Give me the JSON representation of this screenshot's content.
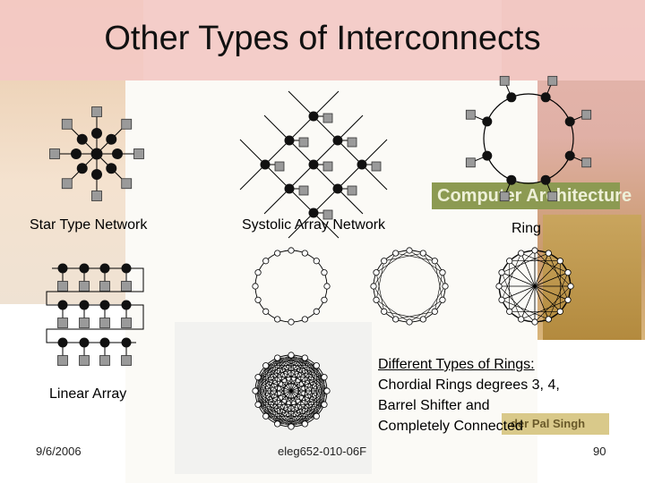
{
  "slide": {
    "title": "Other Types of Interconnects",
    "labels": {
      "star": "Star Type Network",
      "systolic": "Systolic Array Network",
      "ring": "Ring",
      "linear": "Linear Array"
    },
    "description": {
      "heading": "Different Types of Rings:",
      "line1": "Chordial Rings degrees 3, 4,",
      "line2": "Barrel Shifter and",
      "line3": "Completely Connected"
    },
    "footer": {
      "date": "9/6/2006",
      "course": "eleg652-010-06F",
      "page": "90"
    },
    "background": {
      "book_title": "Computer Architecture",
      "author": "der Pal Singh"
    }
  },
  "colors": {
    "title_band": "#f3c9c4",
    "node_fill": "#111111",
    "box_fill": "#9a9a9a"
  }
}
